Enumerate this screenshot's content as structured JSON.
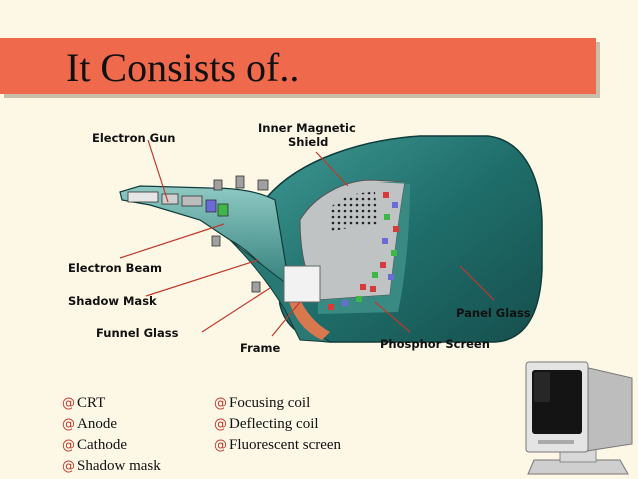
{
  "title": "It Consists of..",
  "diagram_labels": {
    "electron_gun": "Electron Gun",
    "inner_magnetic_shield_line1": "Inner Magnetic",
    "inner_magnetic_shield_line2": "Shield",
    "electron_beam": "Electron Beam",
    "shadow_mask": "Shadow Mask",
    "funnel_glass": "Funnel Glass",
    "frame": "Frame",
    "phosphor_screen": "Phosphor Screen",
    "panel_glass": "Panel Glass"
  },
  "bullets_col1": [
    "CRT",
    "Anode",
    "Cathode",
    "Shadow mask"
  ],
  "bullets_col2": [
    "Focusing coil",
    "Deflecting coil",
    "Fluorescent screen"
  ],
  "bullet_marker_icon": "spiral-bullet-icon",
  "colors": {
    "title_bar": "#ef6a4c",
    "background": "#fdf7e6",
    "tube_body": "#1f6e6b",
    "tube_light": "#3f9893",
    "accent_red": "#c0392b"
  }
}
